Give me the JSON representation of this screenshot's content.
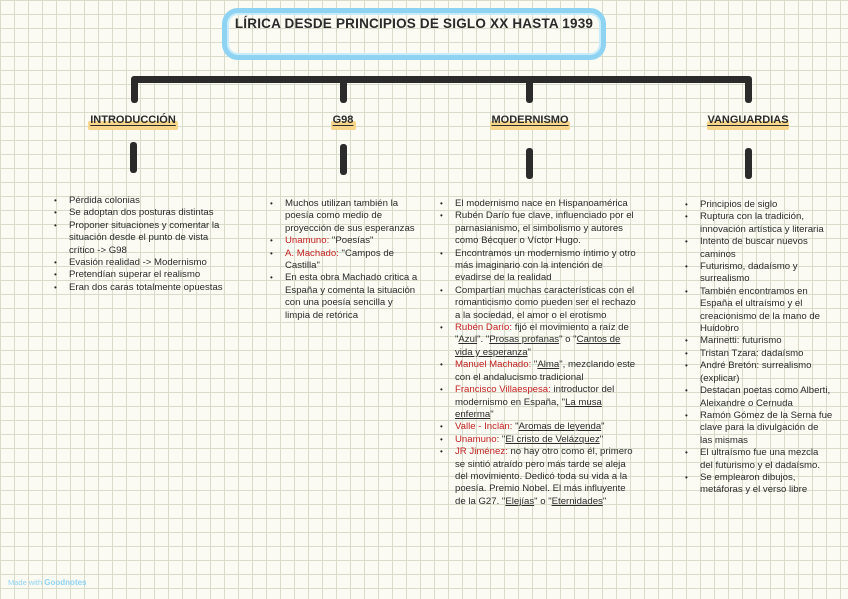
{
  "title": "LÍRICA DESDE PRINCIPIOS DE SIGLO XX HASTA 1939",
  "columns": [
    {
      "heading": "INTRODUCCIÓN",
      "items": [
        [
          {
            "t": "Pérdida colonias"
          }
        ],
        [
          {
            "t": "Se adoptan dos posturas distintas"
          }
        ],
        [
          {
            "t": "Proponer situaciones y comentar la situación desde el punto de vista crítico -> G98"
          }
        ],
        [
          {
            "t": "Evasión realidad -> Modernismo"
          }
        ],
        [
          {
            "t": "Pretendían superar el realismo"
          }
        ],
        [
          {
            "t": "Eran dos caras totalmente opuestas"
          }
        ]
      ]
    },
    {
      "heading": "G98",
      "items": [
        [
          {
            "t": "Muchos utilizan también la poesía como medio de proyección de sus esperanzas"
          }
        ],
        [
          {
            "t": "Unamuno:",
            "c": "red"
          },
          {
            "t": " \"Poesías\""
          }
        ],
        [
          {
            "t": "A. Machado:",
            "c": "red"
          },
          {
            "t": " \"Campos de Castilla\""
          }
        ],
        [
          {
            "t": "En esta obra Machado critica a España y comenta la situación con una poesía sencilla y limpia de retórica"
          }
        ]
      ]
    },
    {
      "heading": "MODERNISMO",
      "items": [
        [
          {
            "t": "El modernismo nace en Hispanoamérica"
          }
        ],
        [
          {
            "t": "Rubén Darío fue clave, influenciado por el parnasianismo, el simbolismo y autores como Bécquer o Víctor Hugo."
          }
        ],
        [
          {
            "t": "Encontramos un modernismo íntimo y otro más imaginario con la intención de evadirse de la realidad"
          }
        ],
        [
          {
            "t": "Compartían muchas características con el romanticismo como pueden ser el rechazo a la sociedad, el amor o el erotismo"
          }
        ],
        [
          {
            "t": "Rubén Darío:",
            "c": "red"
          },
          {
            "t": " fijó el movimiento a raíz de \""
          },
          {
            "t": "Azul",
            "c": "u"
          },
          {
            "t": "\". \""
          },
          {
            "t": "Prosas profanas",
            "c": "u"
          },
          {
            "t": "\" o \""
          },
          {
            "t": "Cantos de vida y esperanza",
            "c": "u"
          },
          {
            "t": "\""
          }
        ],
        [
          {
            "t": "Manuel Machado:",
            "c": "red"
          },
          {
            "t": " \""
          },
          {
            "t": "Alma",
            "c": "u"
          },
          {
            "t": "\", mezclando este con el andalucismo tradicional"
          }
        ],
        [
          {
            "t": "Francisco Villaespesa:",
            "c": "red"
          },
          {
            "t": " introductor del modernismo en España, \""
          },
          {
            "t": "La musa enferma",
            "c": "u"
          },
          {
            "t": "\""
          }
        ],
        [
          {
            "t": "Valle - Inclán:",
            "c": "red"
          },
          {
            "t": " \""
          },
          {
            "t": "Aromas de leyenda",
            "c": "u"
          },
          {
            "t": "\""
          }
        ],
        [
          {
            "t": "Unamuno:",
            "c": "red"
          },
          {
            "t": " \""
          },
          {
            "t": "El cristo de Velázquez",
            "c": "u"
          },
          {
            "t": "\""
          }
        ],
        [
          {
            "t": "JR Jiménez:",
            "c": "red"
          },
          {
            "t": " no hay otro como él, primero se sintió atraído pero más tarde se aleja del movimiento. Dedicó toda su vida a la poesía. Premio Nobel. El más influyente de la G27. \""
          },
          {
            "t": "Elejías",
            "c": "u"
          },
          {
            "t": "\" o \""
          },
          {
            "t": "Eternidades",
            "c": "u"
          },
          {
            "t": "\""
          }
        ]
      ]
    },
    {
      "heading": "VANGUARDIAS",
      "items": [
        [
          {
            "t": "Principios de siglo"
          }
        ],
        [
          {
            "t": "Ruptura con la tradición, innovación artística y literaria"
          }
        ],
        [
          {
            "t": "Intento de buscar nuevos caminos"
          }
        ],
        [
          {
            "t": "Futurismo, dadaísmo y surrealismo"
          }
        ],
        [
          {
            "t": "También encontramos en España el ultraísmo y el creacionismo de la mano de Huidobro"
          }
        ],
        [
          {
            "t": "Marinetti: futurismo"
          }
        ],
        [
          {
            "t": "Tristan Tzara: dadaísmo"
          }
        ],
        [
          {
            "t": "André Bretón: surrealismo (explicar)"
          }
        ],
        [
          {
            "t": "Destacan poetas como Alberti, Aleixandre o Cernuda"
          }
        ],
        [
          {
            "t": "Ramón Gómez de la Serna fue clave para la divulgación de las mismas"
          }
        ],
        [
          {
            "t": "El ultraísmo fue una mezcla del futurismo y el dadaísmo."
          }
        ],
        [
          {
            "t": "Se emplearon dibujos, metáforas y el verso libre"
          }
        ]
      ]
    }
  ],
  "branding": {
    "prefix": "Made with",
    "name": "Goodnotes"
  }
}
